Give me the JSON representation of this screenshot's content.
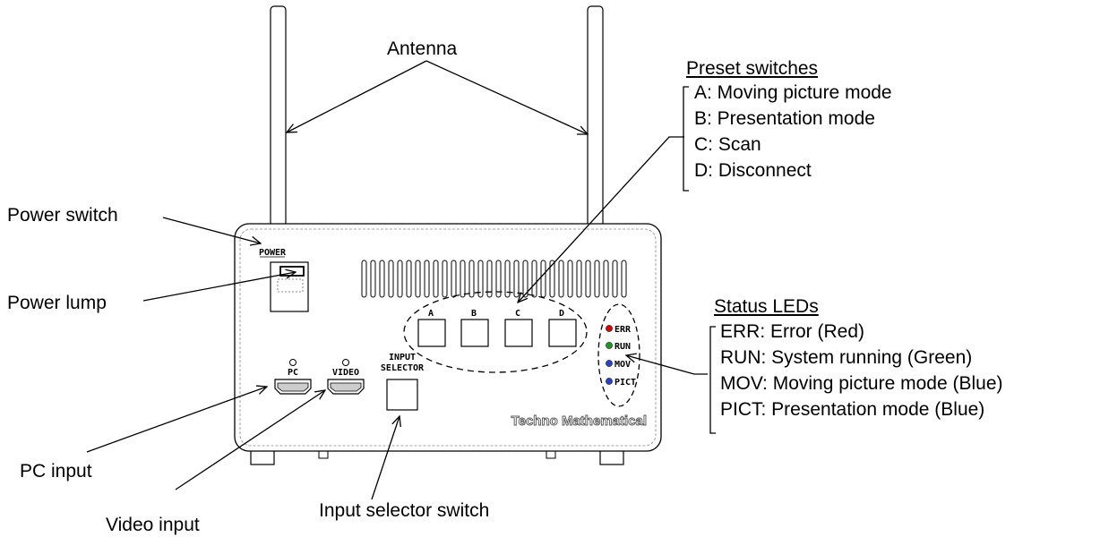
{
  "callouts": {
    "antenna": "Antenna",
    "power_switch": "Power switch",
    "power_lump": "Power lump",
    "pc_input": "PC input",
    "video_input": "Video input",
    "input_selector_switch": "Input selector switch"
  },
  "preset_switches": {
    "heading": "Preset  switches",
    "items": [
      "A: Moving picture mode",
      "B: Presentation mode",
      "C: Scan",
      "D: Disconnect"
    ]
  },
  "status_leds": {
    "heading": "Status LEDs",
    "items": [
      "ERR: Error (Red)",
      "RUN: System running (Green)",
      "MOV: Moving picture mode (Blue)",
      "PICT: Presentation mode (Blue)"
    ]
  },
  "device": {
    "power_label": "POWER",
    "button_labels": [
      "A",
      "B",
      "C",
      "D"
    ],
    "led_labels": [
      "ERR",
      "RUN",
      "MOV",
      "PICT"
    ],
    "led_colors": [
      "#e00000",
      "#1a9a1a",
      "#2a3fd0",
      "#2a3fd0"
    ],
    "pc_label": "PC",
    "video_label": "VIDEO",
    "selector_label_line1": "INPUT",
    "selector_label_line2": "SELECTOR",
    "brand": "Techno Mathematical"
  }
}
